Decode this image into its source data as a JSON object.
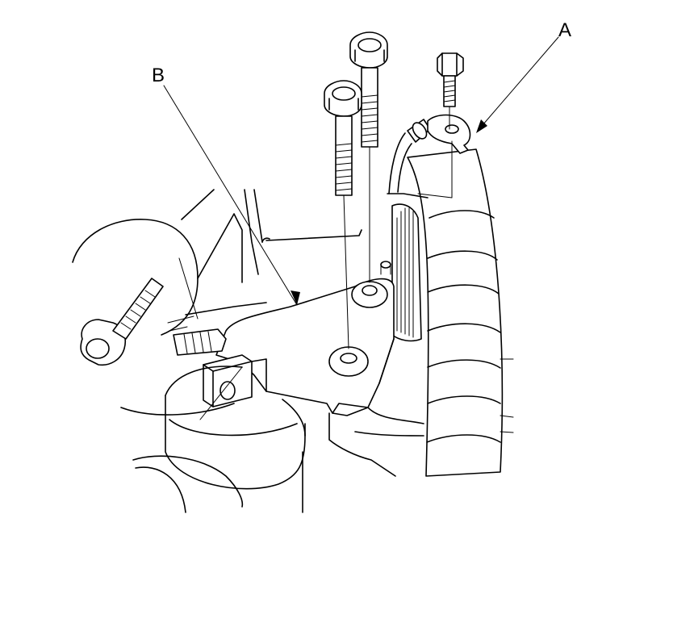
{
  "callouts": [
    {
      "id": "A",
      "text": "A",
      "target": "ground-terminal"
    },
    {
      "id": "B",
      "text": "B",
      "target": "mounting-bracket"
    }
  ]
}
